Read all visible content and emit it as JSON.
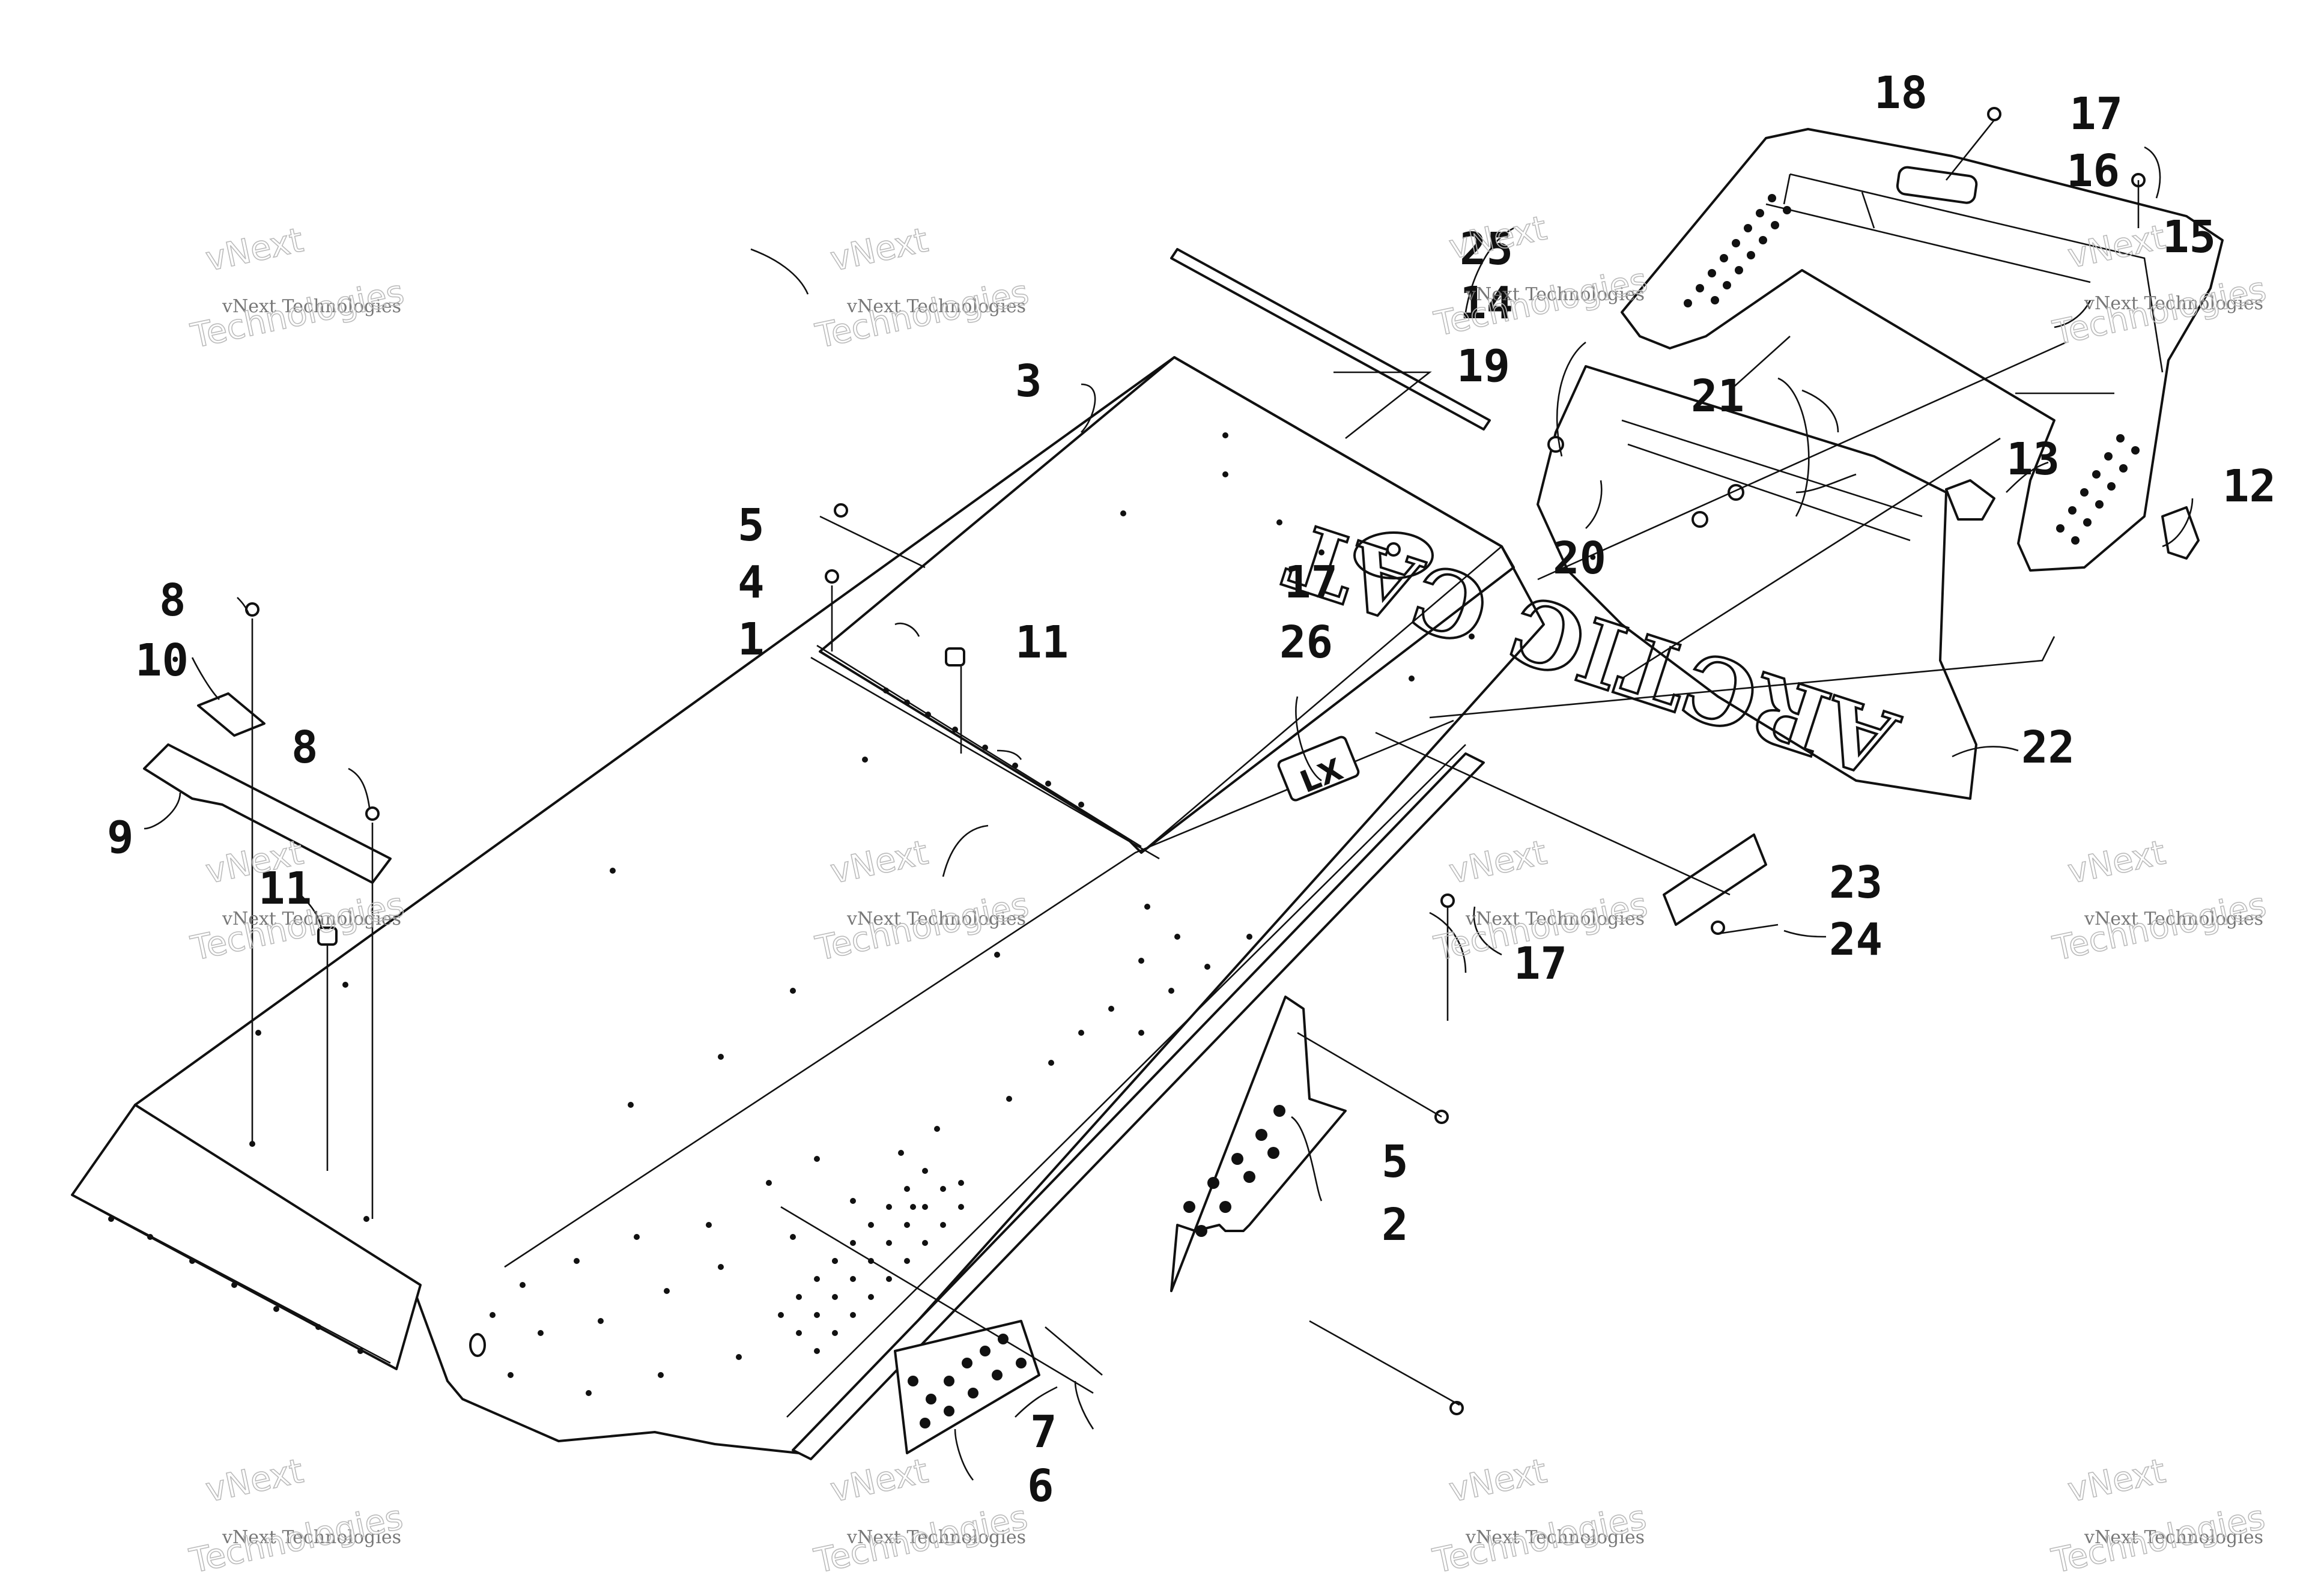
{
  "watermark": {
    "small": "vNext Technologies",
    "big_line1": "vNext",
    "big_line2": "Technologies"
  },
  "flap_logo_text": "ARCTIC CAT",
  "badge_text": "LX",
  "callouts": [
    "1",
    "2",
    "3",
    "4",
    "5",
    "5",
    "6",
    "7",
    "8",
    "8",
    "9",
    "10",
    "11",
    "11",
    "12",
    "13",
    "14",
    "15",
    "16",
    "17",
    "17",
    "17",
    "18",
    "19",
    "20",
    "21",
    "22",
    "23",
    "24",
    "25",
    "26"
  ]
}
